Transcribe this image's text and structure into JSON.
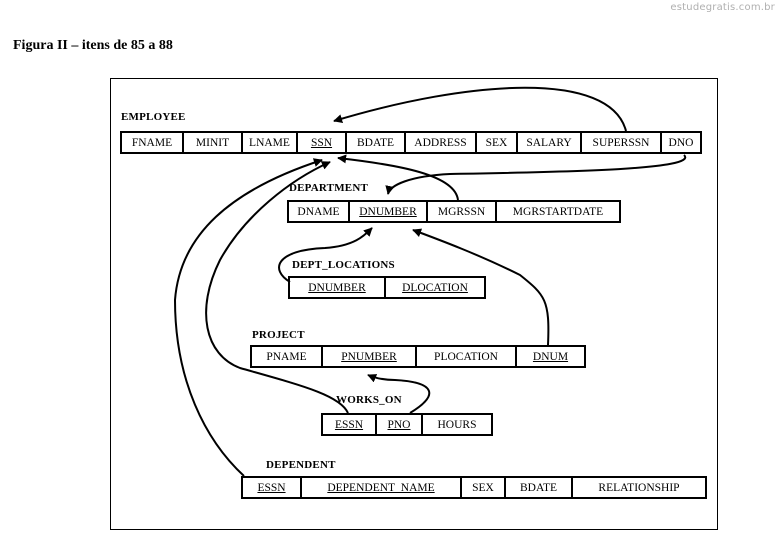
{
  "watermark": "estudegratis.com.br",
  "caption": "Figura II – itens de 85 a 88",
  "tables": {
    "employee": {
      "name": "EMPLOYEE",
      "attributes": [
        "FNAME",
        "MINIT",
        "LNAME",
        "SSN",
        "BDATE",
        "ADDRESS",
        "SEX",
        "SALARY",
        "SUPERSSN",
        "DNO"
      ],
      "keys": [
        "SSN"
      ]
    },
    "department": {
      "name": "DEPARTMENT",
      "attributes": [
        "DNAME",
        "DNUMBER",
        "MGRSSN",
        "MGRSTARTDATE"
      ],
      "keys": [
        "DNUMBER"
      ]
    },
    "dept_locations": {
      "name": "DEPT_LOCATIONS",
      "attributes": [
        "DNUMBER",
        "DLOCATION"
      ],
      "keys": [
        "DNUMBER",
        "DLOCATION"
      ]
    },
    "project": {
      "name": "PROJECT",
      "attributes": [
        "PNAME",
        "PNUMBER",
        "PLOCATION",
        "DNUM"
      ],
      "keys": [
        "PNUMBER",
        "DNUM"
      ]
    },
    "works_on": {
      "name": "WORKS_ON",
      "attributes": [
        "ESSN",
        "PNO",
        "HOURS"
      ],
      "keys": [
        "ESSN",
        "PNO"
      ]
    },
    "dependent": {
      "name": "DEPENDENT",
      "attributes": [
        "ESSN",
        "DEPENDENT_NAME",
        "SEX",
        "BDATE",
        "RELATIONSHIP"
      ],
      "keys": [
        "ESSN",
        "DEPENDENT_NAME"
      ]
    }
  },
  "references": [
    {
      "from": "EMPLOYEE.SUPERSSN",
      "to": "EMPLOYEE.SSN"
    },
    {
      "from": "EMPLOYEE.DNO",
      "to": "DEPARTMENT.DNUMBER"
    },
    {
      "from": "DEPARTMENT.MGRSSN",
      "to": "EMPLOYEE.SSN"
    },
    {
      "from": "DEPT_LOCATIONS.DNUMBER",
      "to": "DEPARTMENT.DNUMBER"
    },
    {
      "from": "PROJECT.DNUM",
      "to": "DEPARTMENT.DNUMBER"
    },
    {
      "from": "WORKS_ON.ESSN",
      "to": "EMPLOYEE.SSN"
    },
    {
      "from": "WORKS_ON.PNO",
      "to": "PROJECT.PNUMBER"
    },
    {
      "from": "DEPENDENT.ESSN",
      "to": "EMPLOYEE.SSN"
    }
  ]
}
